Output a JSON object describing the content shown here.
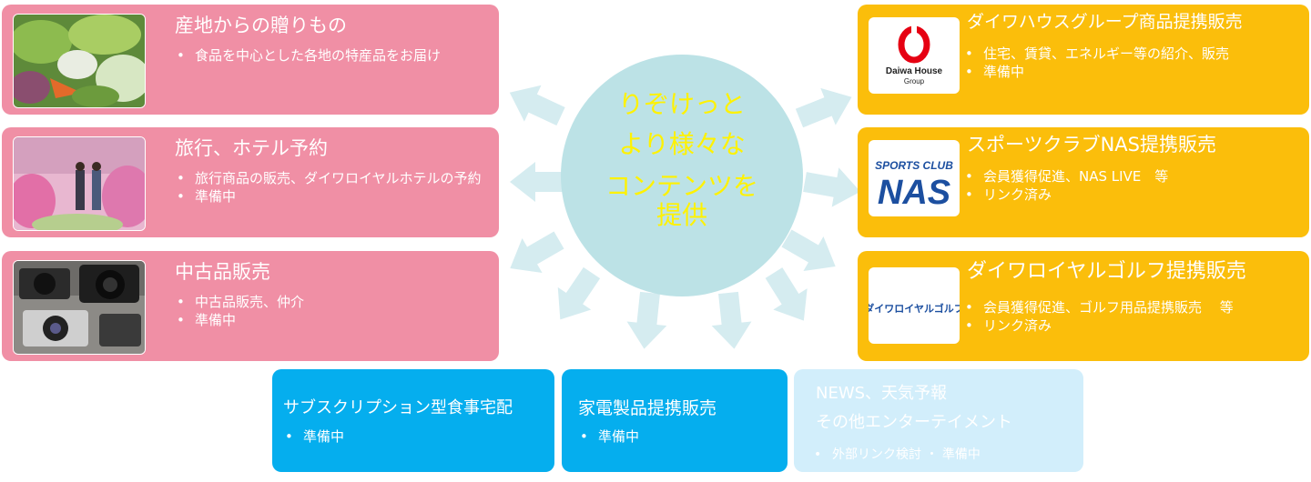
{
  "center": {
    "lines": [
      "りぞけっと",
      "より様々な",
      "コンテンツを",
      "提供"
    ]
  },
  "left_cards": [
    {
      "title": "産地からの贈りもの",
      "items": [
        "食品を中心とした各地の特産品をお届け"
      ],
      "photo": "vegetables-photo"
    },
    {
      "title": "旅行、ホテル予約",
      "items": [
        "旅行商品の販売、ダイワロイヤルホテルの予約",
        "準備中"
      ],
      "photo": "flower-field-photo"
    },
    {
      "title": "中古品販売",
      "items": [
        "中古品販売、仲介",
        "準備中"
      ],
      "photo": "cameras-photo"
    }
  ],
  "right_cards": [
    {
      "title": "ダイワハウスグループ商品提携販売",
      "items": [
        "住宅、賃貸、エネルギー等の紹介、販売",
        "準備中"
      ],
      "logo_line1": "Daiwa House",
      "logo_line2": "Group"
    },
    {
      "title": "スポーツクラブNAS提携販売",
      "items": [
        "会員獲得促進、NAS LIVE　等",
        "リンク済み"
      ],
      "logo_line1": "SPORTS CLUB",
      "logo_line2": "NAS"
    },
    {
      "title": "ダイワロイヤルゴルフ提携販売",
      "items": [
        "会員獲得促進、ゴルフ用品提携販売　 等",
        "リンク済み"
      ],
      "logo_line1": "ダイワロイヤルゴルフ"
    }
  ],
  "bottom_cards": [
    {
      "title": "サブスクリプション型食事宅配",
      "items": [
        "準備中"
      ]
    },
    {
      "title": "家電製品提携販売",
      "items": [
        "準備中"
      ]
    },
    {
      "title_line1": "NEWS、天気予報",
      "title_line2": "その他エンターテイメント",
      "items": [
        "外部リンク検討 ・ 準備中"
      ]
    }
  ],
  "colors": {
    "pink": "#F08FA5",
    "gold": "#FBBE0B",
    "blue": "#05AEEE",
    "pale_blue": "#D2EEFB",
    "circle": "#BCE2E6",
    "center_text": "#FFF200",
    "arrow": "#D5ECF0",
    "daiwa_red": "#E60012",
    "nas_blue": "#1C4FA0"
  }
}
